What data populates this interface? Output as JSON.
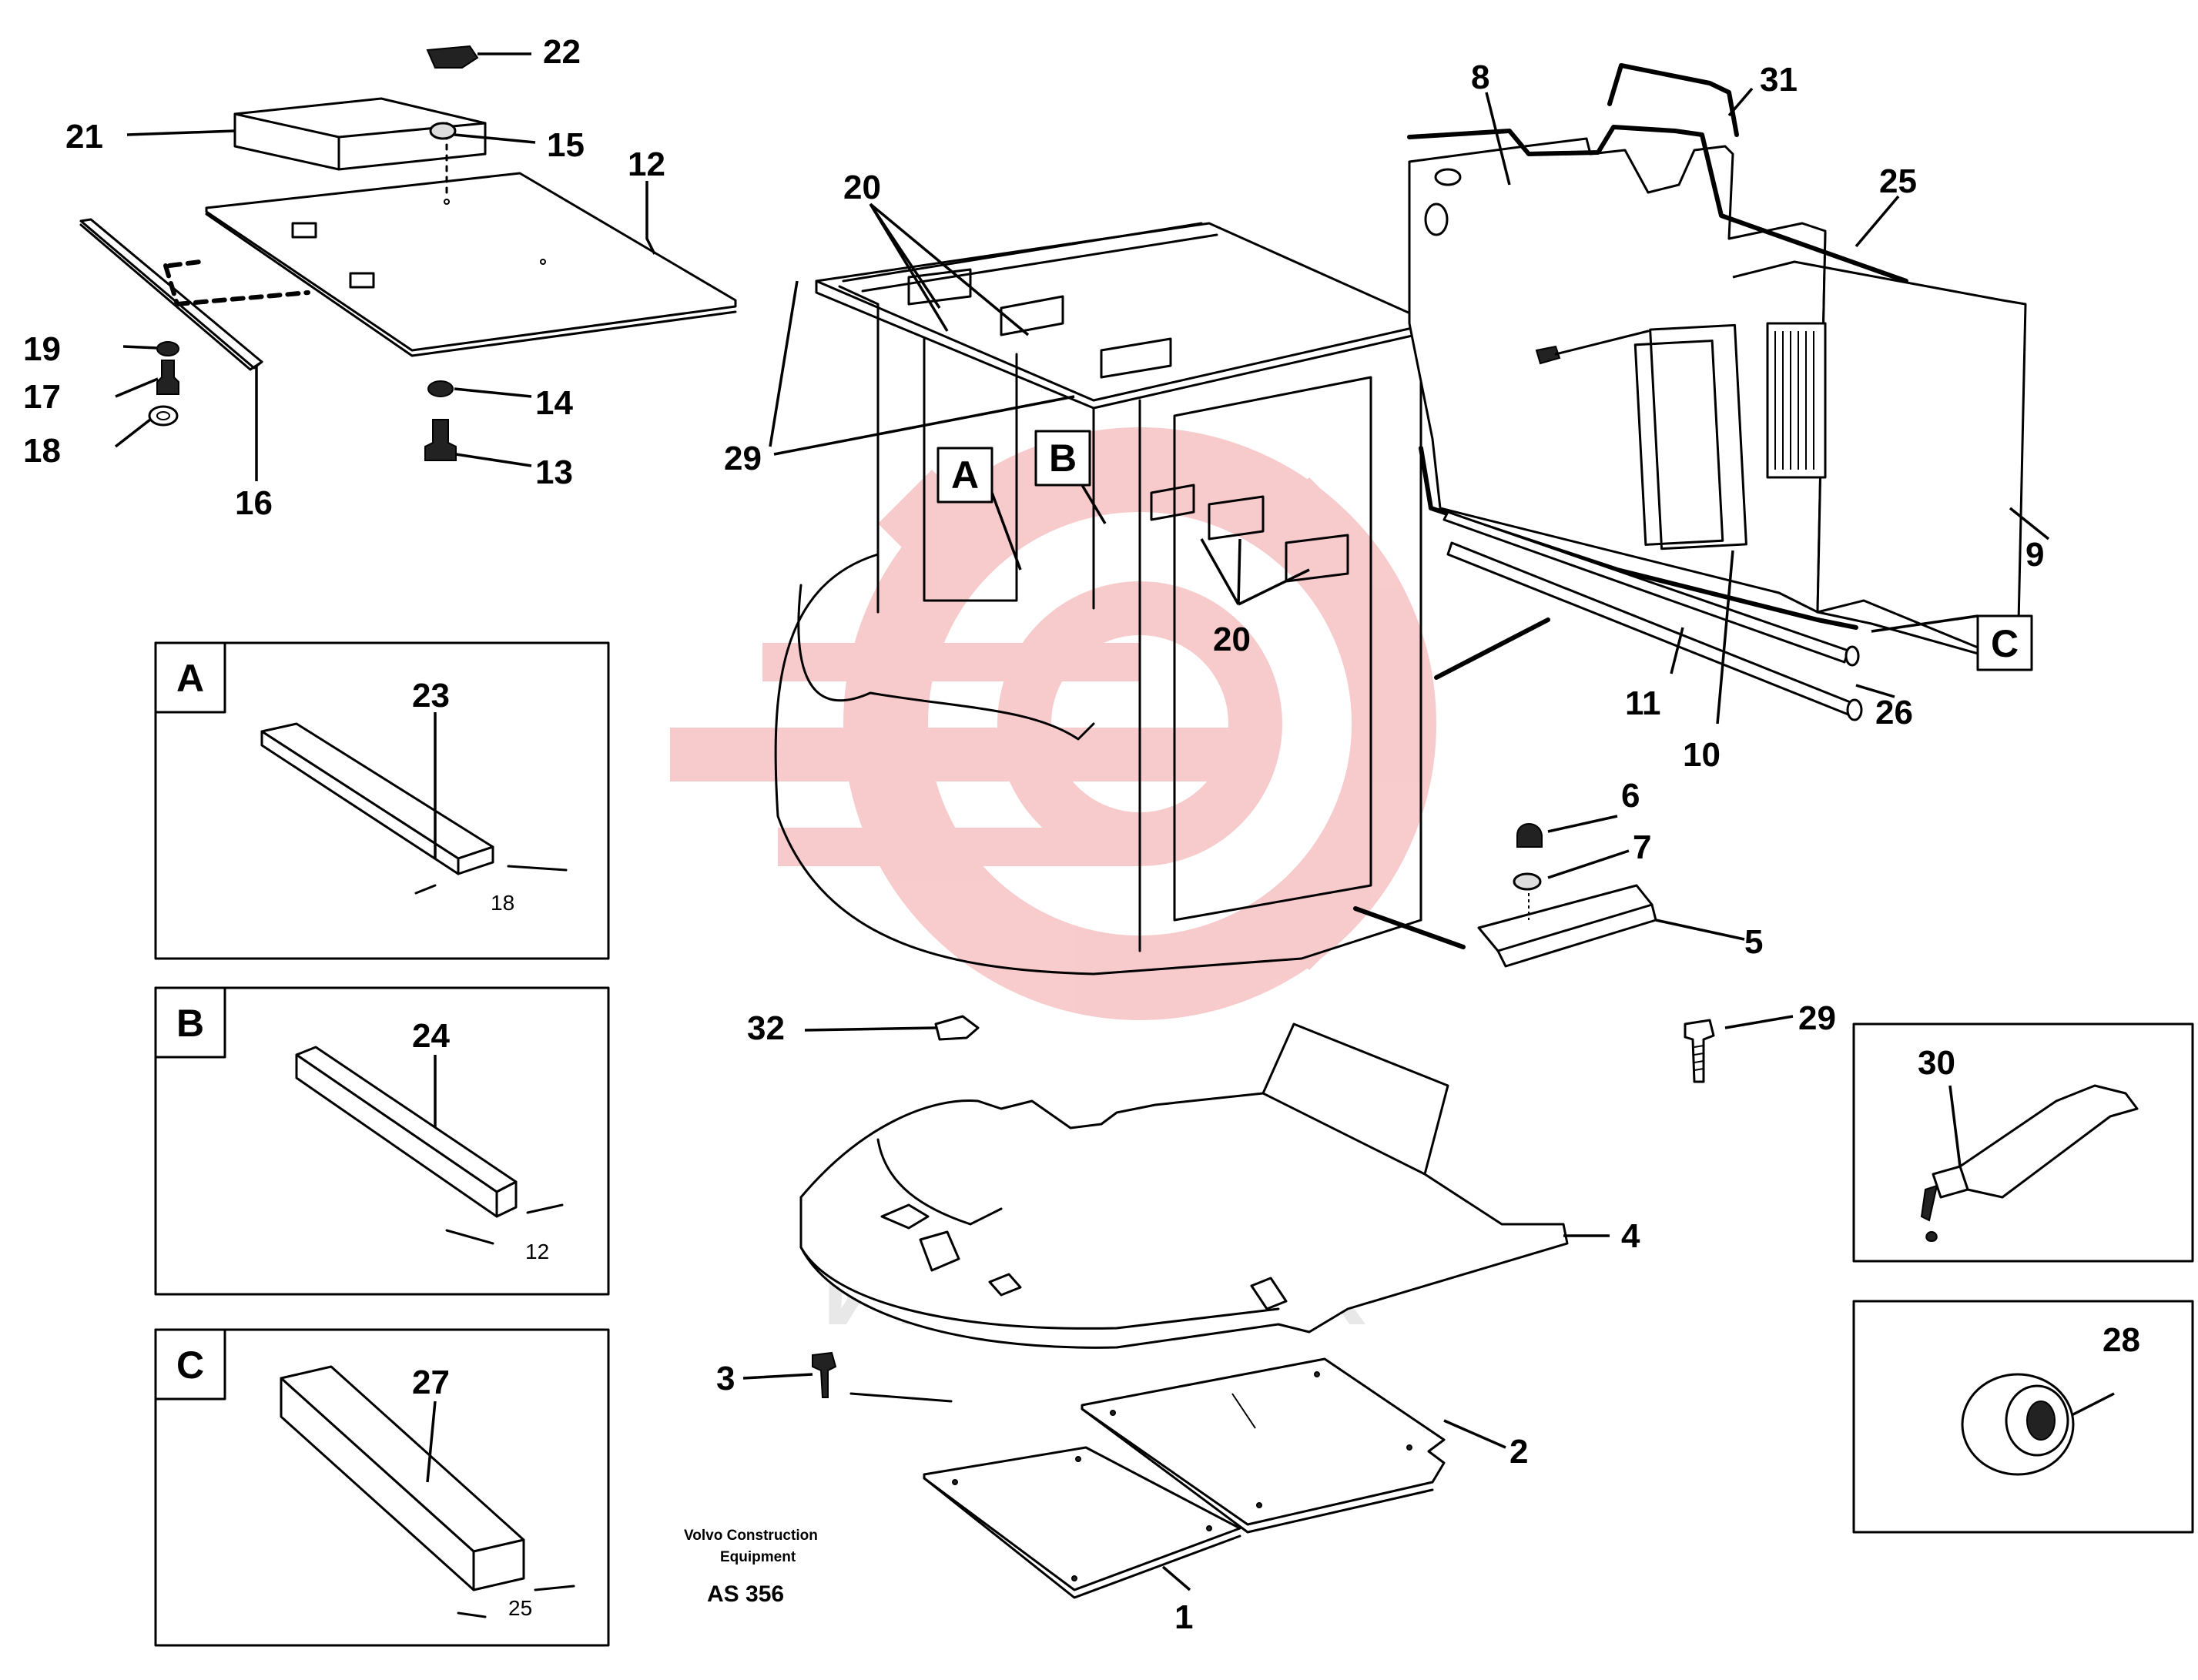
{
  "watermark": "ИНТЕХ",
  "callouts": {
    "n1": "1",
    "n2": "2",
    "n3": "3",
    "n4": "4",
    "n5": "5",
    "n6": "6",
    "n7": "7",
    "n8": "8",
    "n9": "9",
    "n10": "10",
    "n11": "11",
    "n12": "12",
    "n13": "13",
    "n14": "14",
    "n15": "15",
    "n16": "16",
    "n17": "17",
    "n18": "18",
    "n19": "19",
    "n20": "20",
    "n21": "21",
    "n22": "22",
    "n23": "23",
    "n24": "24",
    "n25": "25",
    "n26": "26",
    "n27": "27",
    "n28": "28",
    "n29": "29",
    "n30": "30",
    "n31": "31",
    "n32": "32"
  },
  "detail_boxes": {
    "a": {
      "label": "A",
      "part": "23",
      "dimension": "18"
    },
    "b": {
      "label": "B",
      "part": "24",
      "dimension": "12"
    },
    "c": {
      "label": "C",
      "part": "27",
      "dimension": "25"
    }
  },
  "view_markers": {
    "a": "A",
    "b": "B",
    "c": "C"
  },
  "source": {
    "line1": "Volvo Construction",
    "line2": "Equipment",
    "code": "AS 356"
  },
  "colors": {
    "ink": "#000000",
    "watermark_logo": "#f7c6c6"
  }
}
